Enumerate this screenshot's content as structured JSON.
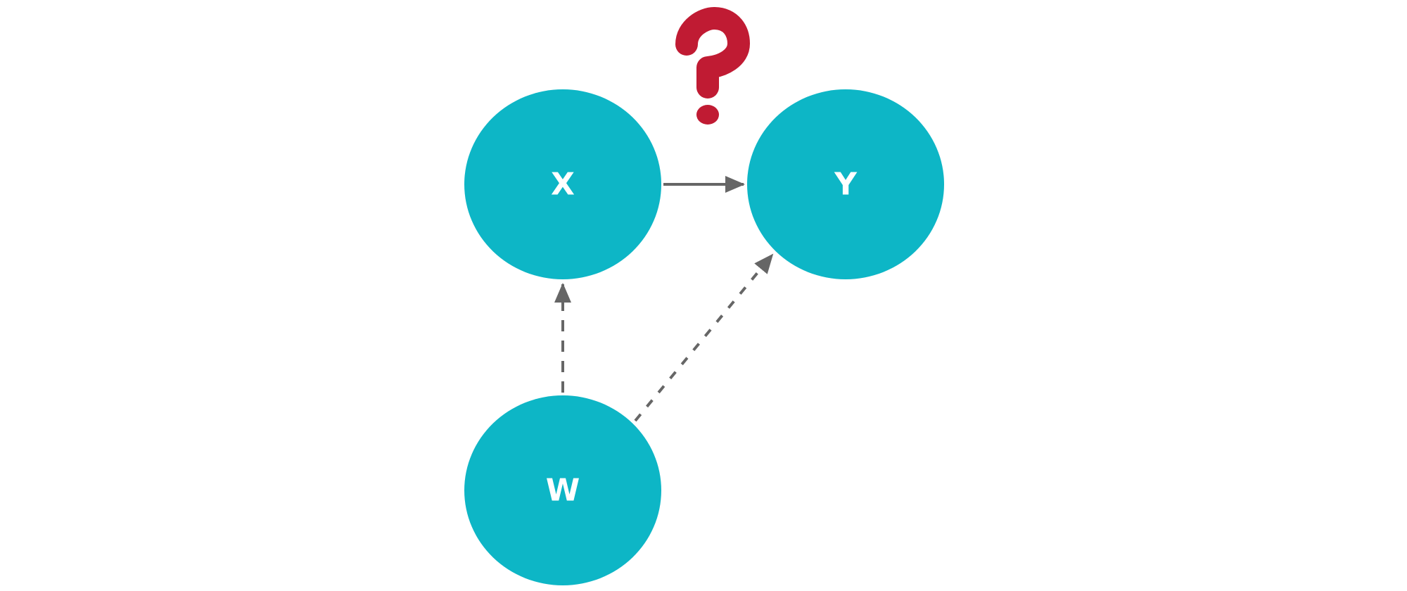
{
  "diagram": {
    "nodes": {
      "x": {
        "label": "X"
      },
      "y": {
        "label": "Y"
      },
      "w": {
        "label": "W"
      }
    },
    "edges": [
      {
        "from": "X",
        "to": "Y",
        "style": "solid"
      },
      {
        "from": "W",
        "to": "X",
        "style": "dashed"
      },
      {
        "from": "W",
        "to": "Y",
        "style": "dashed"
      }
    ],
    "annotation": {
      "icon": "question-mark-icon",
      "placement": "above X→Y edge"
    }
  },
  "colors": {
    "node_fill": "#0db6c6",
    "node_text": "#ffffff",
    "edge": "#666666",
    "question_mark": "#c01b33",
    "background": "#ffffff"
  }
}
